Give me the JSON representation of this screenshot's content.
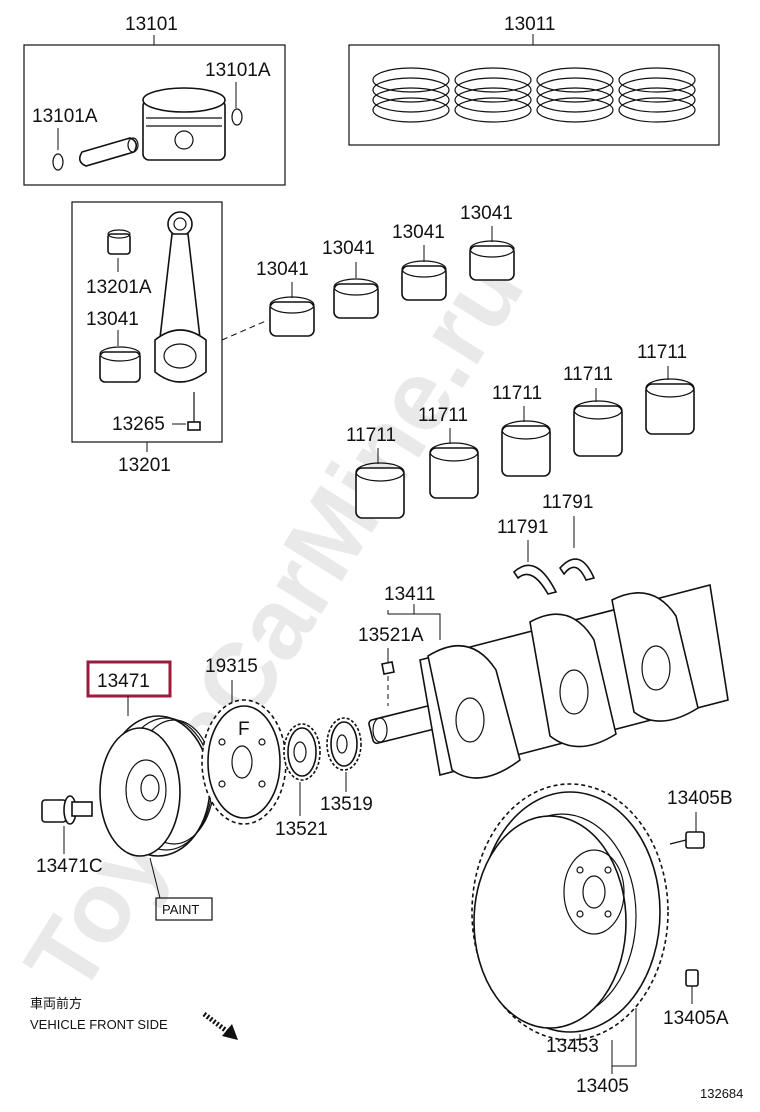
{
  "watermark": "ToyotaCarMine.ru",
  "highlight_color": "#9b1b3a",
  "highlighted_part": "13471",
  "labels": {
    "p13101": "13101",
    "p13101a_r": "13101A",
    "p13101a_l": "13101A",
    "p13011": "13011",
    "p13201a": "13201A",
    "p13041_in": "13041",
    "p13265": "13265",
    "p13201": "13201",
    "p13041_a": "13041",
    "p13041_b": "13041",
    "p13041_c": "13041",
    "p13041_d": "13041",
    "p11711_a": "11711",
    "p11711_b": "11711",
    "p11711_c": "11711",
    "p11711_d": "11711",
    "p11711_e": "11711",
    "p11791_a": "11791",
    "p11791_b": "11791",
    "p13411": "13411",
    "p13521a": "13521A",
    "p13471": "13471",
    "p19315": "19315",
    "p13519": "13519",
    "p13521": "13521",
    "p13471c": "13471C",
    "paint": "PAINT",
    "p13405b": "13405B",
    "p13405a": "13405A",
    "p13453": "13453",
    "p13405": "13405",
    "front_jp": "車両前方",
    "front_en": "VEHICLE FRONT SIDE",
    "figure_no": "132684",
    "sprocket_mark": "F"
  }
}
